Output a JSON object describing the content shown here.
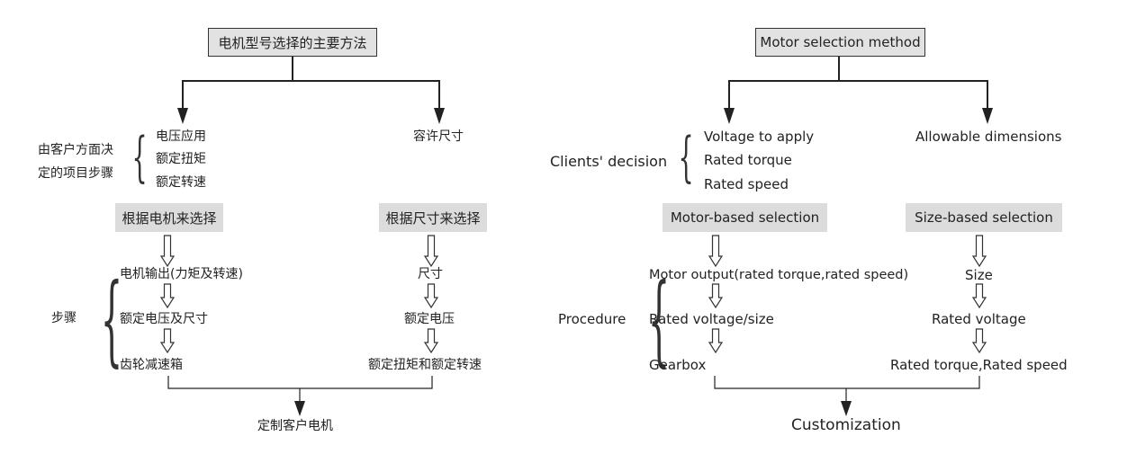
{
  "chinese": {
    "title": "电机型号选择的主要方法",
    "client_decision": [
      "由客户方面决",
      "定的项目步骤"
    ],
    "items": [
      "电压应用",
      "额定扭矩",
      "额定转速"
    ],
    "allowable": "容许尺寸",
    "motor_based": "根据电机来选择",
    "size_based": "根据尺寸来选择",
    "procedure": "步骤",
    "left_steps": [
      "电机输出(力矩及转速)",
      "额定电压及尺寸",
      "齿轮减速箱"
    ],
    "right_steps": [
      "尺寸",
      "额定电压",
      "额定扭矩和额定转速"
    ],
    "result": "定制客户电机"
  },
  "english": {
    "title": "Motor selection method",
    "client_decision": "Clients' decision",
    "items": [
      "Voltage to apply",
      "Rated torque",
      "Rated speed"
    ],
    "allowable": "Allowable dimensions",
    "motor_based": "Motor-based selection",
    "size_based": "Size-based selection",
    "procedure": "Procedure",
    "left_steps": [
      "Motor output(rated torque,rated speed)",
      "Rated voltage/size",
      "Gearbox"
    ],
    "right_steps": [
      "Size",
      "Rated voltage",
      "Rated torque,Rated speed"
    ],
    "result": "Customization"
  }
}
